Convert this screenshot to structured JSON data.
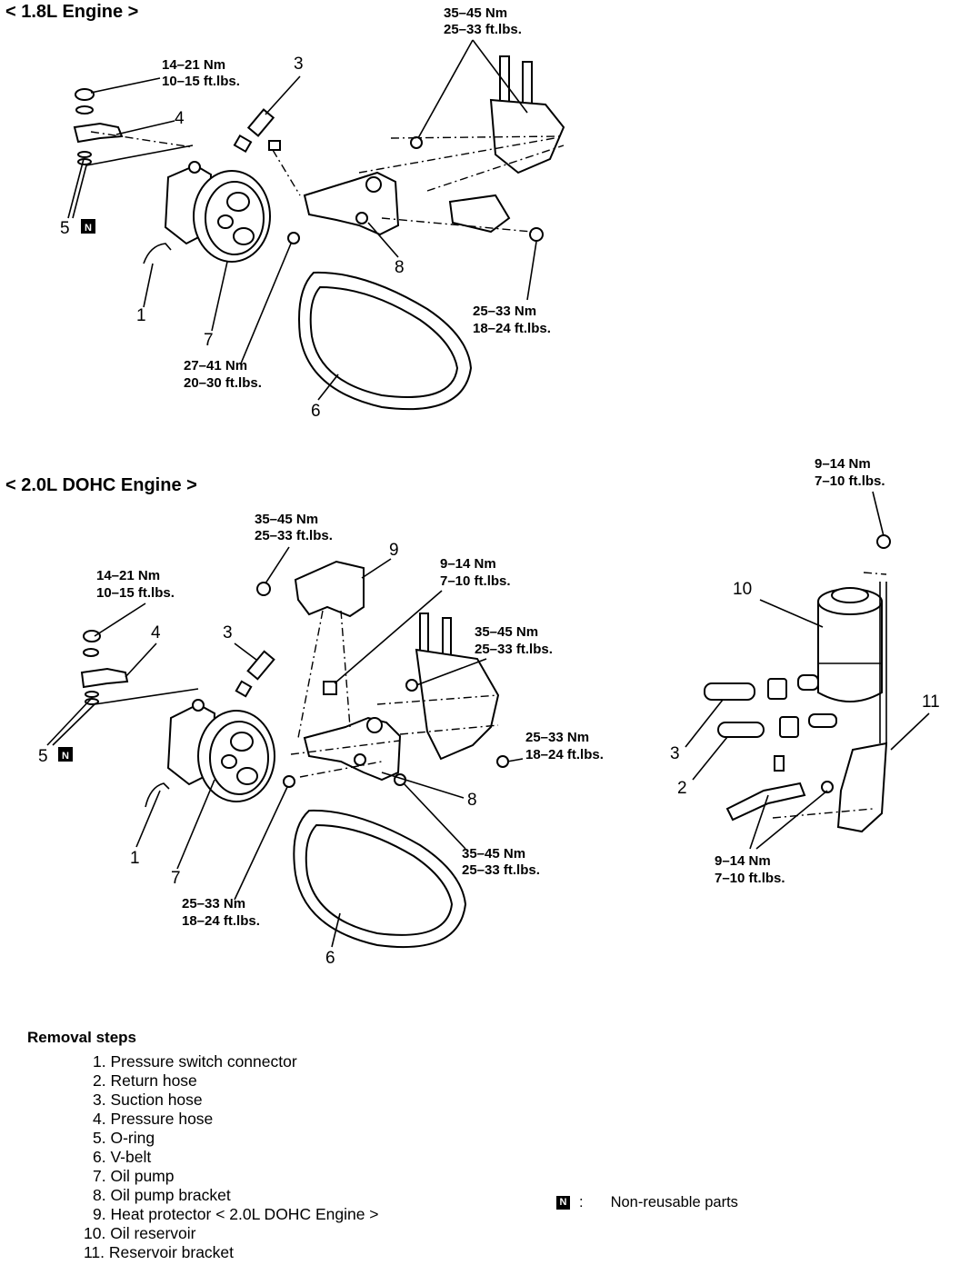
{
  "sections": [
    {
      "title": "< 1.8L Engine >",
      "torques": [
        [
          "35–45 Nm",
          "25–33 ft.lbs."
        ],
        [
          "14–21 Nm",
          "10–15 ft.lbs."
        ],
        [
          "25–33 Nm",
          "18–24 ft.lbs."
        ],
        [
          "27–41 Nm",
          "20–30 ft.lbs."
        ]
      ],
      "callouts": [
        "3",
        "4",
        "5",
        "1",
        "7",
        "8",
        "6"
      ]
    },
    {
      "title": "< 2.0L DOHC Engine >",
      "torques": [
        [
          "35–45 Nm",
          "25–33 ft.lbs."
        ],
        [
          "14–21 Nm",
          "10–15 ft.lbs."
        ],
        [
          "9–14 Nm",
          "7–10 ft.lbs."
        ],
        [
          "35–45 Nm",
          "25–33 ft.lbs."
        ],
        [
          "25–33 Nm",
          "18–24 ft.lbs."
        ],
        [
          "35–45 Nm",
          "25–33 ft.lbs."
        ],
        [
          "25–33 Nm",
          "18–24 ft.lbs."
        ]
      ],
      "callouts": [
        "9",
        "4",
        "3",
        "5",
        "1",
        "7",
        "8",
        "6"
      ]
    },
    {
      "torques": [
        [
          "9–14 Nm",
          "7–10 ft.lbs."
        ],
        [
          "9–14 Nm",
          "7–10 ft.lbs."
        ]
      ],
      "callouts": [
        "10",
        "11",
        "3",
        "2"
      ]
    }
  ],
  "nonreusable_mark": "N",
  "removal": {
    "title": "Removal steps",
    "steps": [
      "1. Pressure switch connector",
      "2. Return hose",
      "3. Suction hose",
      "4. Pressure hose",
      "5. O-ring",
      "6. V-belt",
      "7. Oil pump",
      "8. Oil pump bracket",
      "9. Heat protector  < 2.0L DOHC Engine >",
      "10. Oil reservoir",
      "11. Reservoir bracket"
    ]
  },
  "legend": {
    "separator": ":",
    "label": "Non-reusable parts"
  }
}
